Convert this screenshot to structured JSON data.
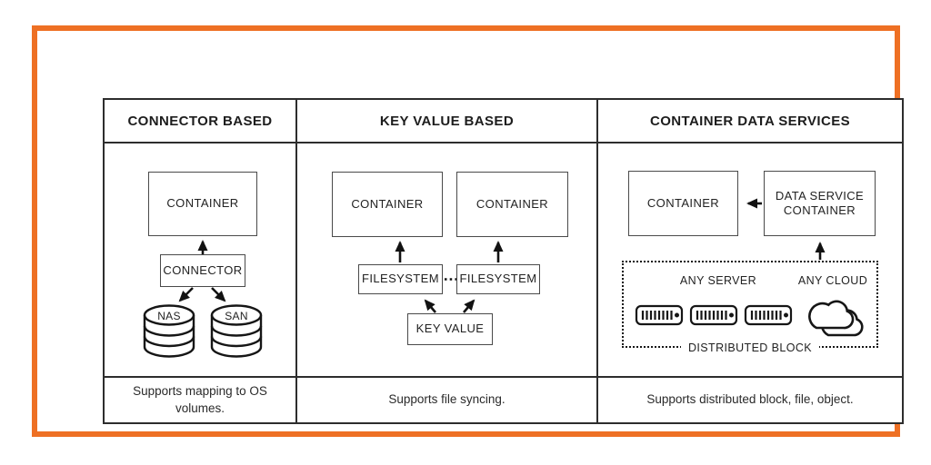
{
  "frame": {
    "border_color": "#EE7024"
  },
  "table": {
    "columns": [
      {
        "header": "CONNECTOR BASED",
        "footer": "Supports mapping to OS volumes.",
        "nodes": {
          "container": "CONTAINER",
          "connector": "CONNECTOR",
          "nas": "NAS",
          "san": "SAN"
        },
        "icons": [
          "database-icon",
          "database-icon"
        ]
      },
      {
        "header": "KEY VALUE BASED",
        "footer": "Supports file syncing.",
        "nodes": {
          "container_left": "CONTAINER",
          "container_right": "CONTAINER",
          "filesystem_left": "FILESYSTEM",
          "filesystem_right": "FILESYSTEM",
          "key_value": "KEY VALUE"
        }
      },
      {
        "header": "CONTAINER DATA SERVICES",
        "footer": "Supports distributed block, file, object.",
        "nodes": {
          "container": "CONTAINER",
          "data_service_container": "DATA SERVICE CONTAINER",
          "any_server": "ANY SERVER",
          "any_cloud": "ANY CLOUD",
          "distributed_block": "DISTRIBUTED BLOCK"
        },
        "icons": [
          "server-icon",
          "server-icon",
          "server-icon",
          "cloud-icon"
        ]
      }
    ]
  }
}
